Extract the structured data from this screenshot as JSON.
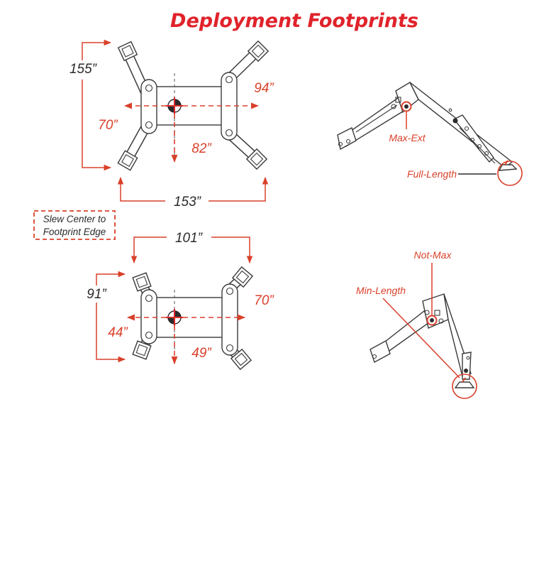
{
  "title": "Deployment Footprints",
  "colors": {
    "accent": "#e0232b",
    "dimension": "#d9412b",
    "dark": "#2b2b2b",
    "machine": "#3a3a3a"
  },
  "top_footprint": {
    "height_total": "155”",
    "width_total": "153”",
    "right_reach": "94”",
    "left_reach": "70”",
    "down_reach": "82”"
  },
  "bottom_footprint": {
    "width_total": "101”",
    "height_total": "91”",
    "right_reach": "70”",
    "left_reach": "44”",
    "down_reach": "49”"
  },
  "legend": {
    "line1": "Slew Center to",
    "line2": "Footprint Edge"
  },
  "leg_full": {
    "pivot_label": "Max-Ext",
    "foot_label": "Full-Length"
  },
  "leg_min": {
    "pivot_label": "Not-Max",
    "foot_label": "Min-Length"
  }
}
